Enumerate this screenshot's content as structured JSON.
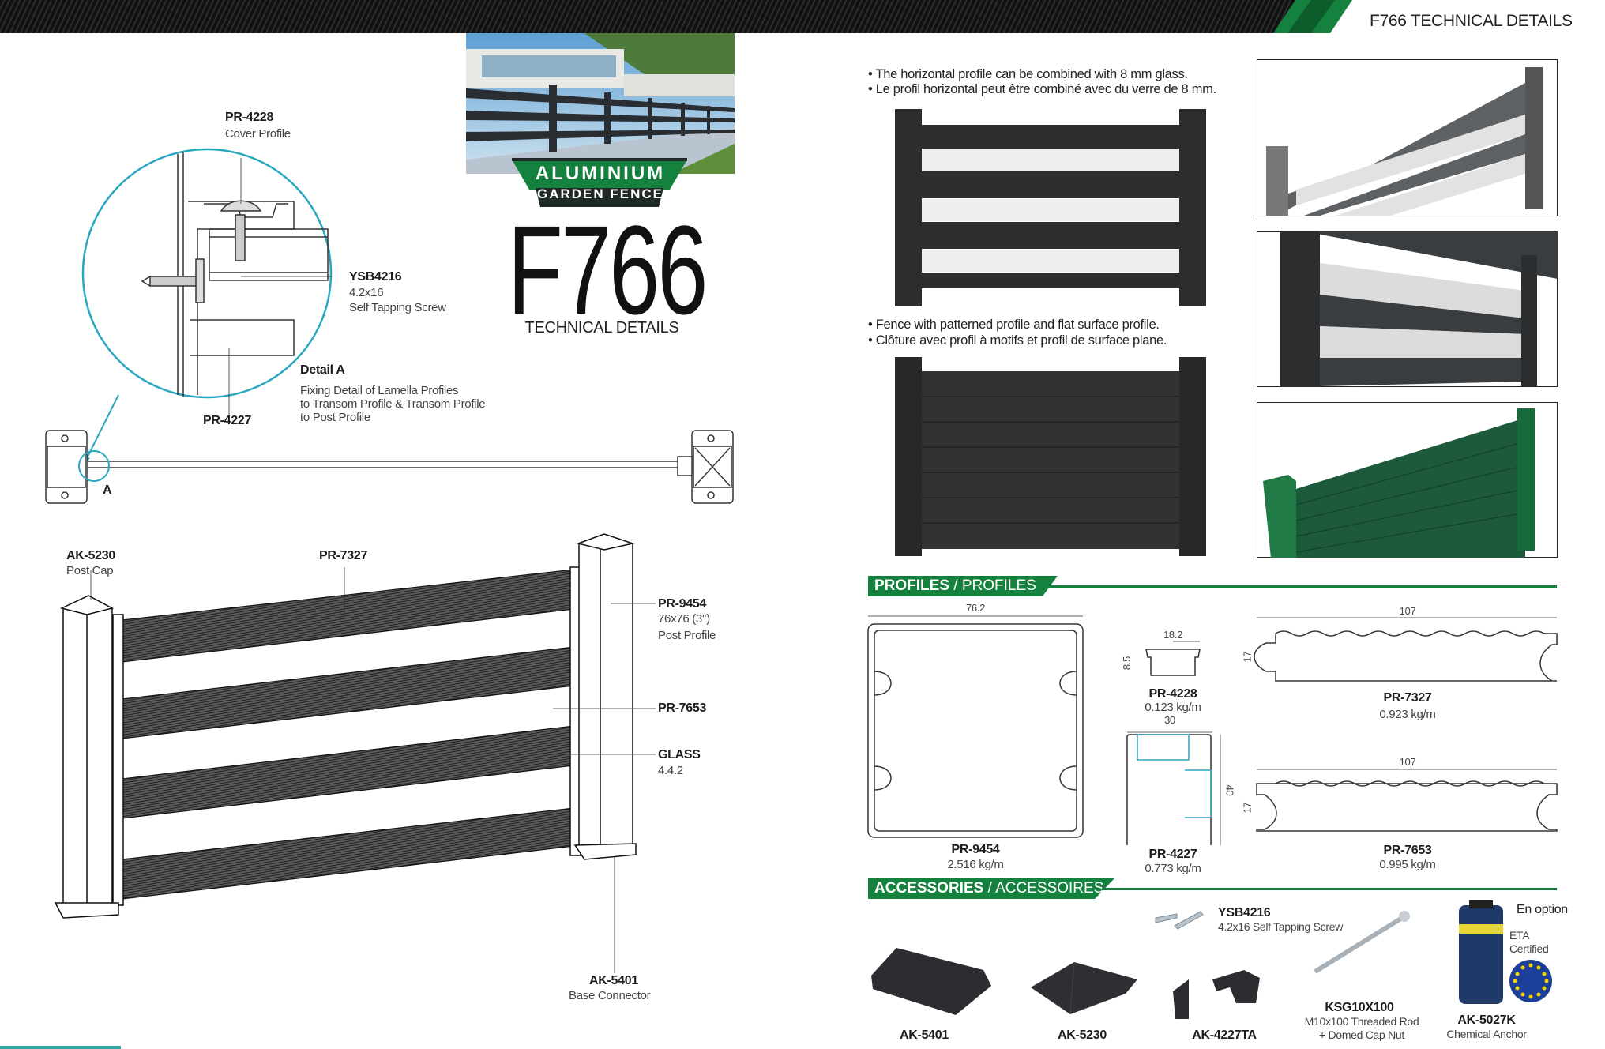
{
  "header": {
    "title": "F766 TECHNICAL DETAILS"
  },
  "brand": {
    "badge_line1": "ALUMINIUM",
    "badge_line2": "GARDEN FENCE",
    "model": "F766",
    "subtitle": "TECHNICAL DETAILS"
  },
  "detail": {
    "cover_code": "PR-4228",
    "cover_name": "Cover Profile",
    "screw_code": "YSB4216",
    "screw_size": "4.2x16",
    "screw_name": "Self Tapping Screw",
    "title": "Detail A",
    "desc": [
      "Fixing Detail of Lamella Profiles",
      "to Transom Profile & Transom Profile",
      "to Post Profile"
    ],
    "transom_code": "PR-4227",
    "marker": "A"
  },
  "assembly": {
    "post_cap_code": "AK-5230",
    "post_cap_name": "Post Cap",
    "rail_top_code": "PR-7327",
    "post_code": "PR-9454",
    "post_size": "76x76 (3'')",
    "post_name": "Post Profile",
    "rail_code": "PR-7653",
    "glass_label": "GLASS",
    "glass_spec": "4.4.2",
    "base_code": "AK-5401",
    "base_name": "Base Connector"
  },
  "info": {
    "glass_en": "• The horizontal profile can be combined with 8 mm glass.",
    "glass_fr": "• Le profil horizontal peut être combiné avec du verre de 8 mm.",
    "flat_en": "• Fence with patterned profile and flat surface profile.",
    "flat_fr": "• Clôture avec profil à motifs et profil de surface plane."
  },
  "profiles": {
    "title_en": "PROFILES",
    "title_fr": "PROFILES",
    "items": [
      {
        "code": "PR-9454",
        "weight": "2.516 kg/m",
        "width": "76.2"
      },
      {
        "code": "PR-4228",
        "weight": "0.123 kg/m",
        "width": "18.2",
        "height": "8.5"
      },
      {
        "code": "PR-4227",
        "weight": "0.773 kg/m",
        "width": "30",
        "height": "40"
      },
      {
        "code": "PR-7327",
        "weight": "0.923 kg/m",
        "width": "107",
        "height": "17"
      },
      {
        "code": "PR-7653",
        "weight": "0.995 kg/m",
        "width": "107",
        "height": "17"
      }
    ]
  },
  "accessories": {
    "title_en": "ACCESSORIES",
    "title_fr": "ACCESSOIRES",
    "items": [
      {
        "code": "AK-5401"
      },
      {
        "code": "AK-5230"
      },
      {
        "code": "AK-4227TA"
      },
      {
        "code": "YSB4216",
        "desc": "4.2x16 Self Tapping Screw"
      },
      {
        "code": "KSG10X100",
        "desc1": "M10x100 Threaded Rod",
        "desc2": "+ Domed Cap Nut"
      },
      {
        "code": "AK-5027K",
        "desc": "Chemical Anchor"
      }
    ],
    "option": "En option",
    "eta1": "ETA",
    "eta2": "Certified"
  },
  "colors": {
    "brand_green": "#14823e",
    "detail_cyan": "#2aa7c0",
    "fence_dark": "#2b2d2f"
  }
}
